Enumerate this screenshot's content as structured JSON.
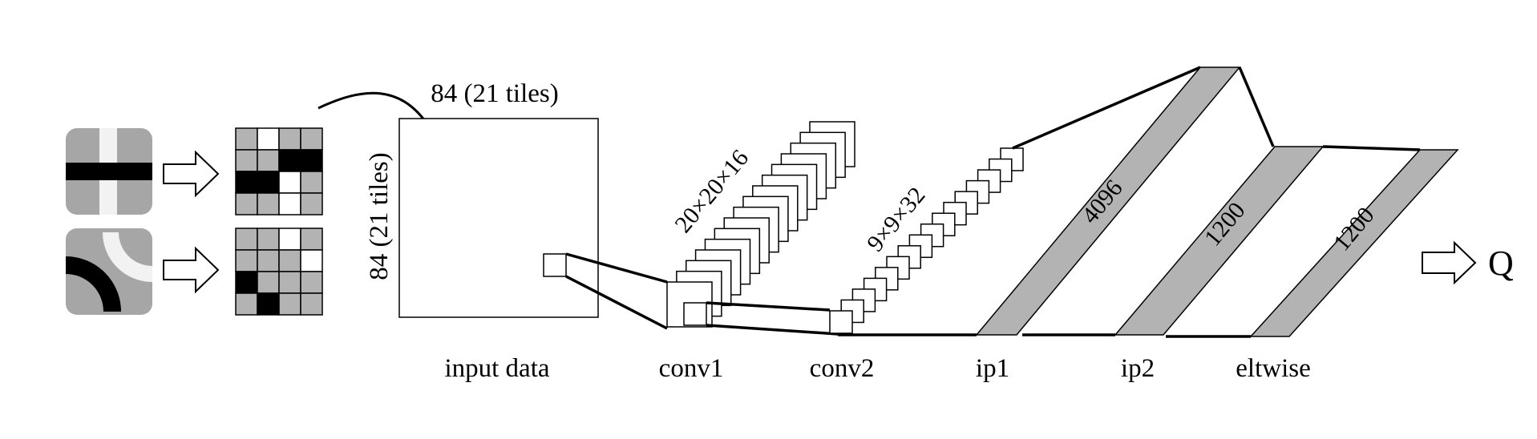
{
  "input_size": {
    "width_label": "84 (21 tiles)",
    "height_label": "84 (21 tiles)"
  },
  "layers": {
    "input": "input data",
    "conv1": "conv1",
    "conv2": "conv2",
    "ip1": "ip1",
    "ip2": "ip2",
    "eltwise": "eltwise"
  },
  "feature_maps": {
    "conv1_shape": "20×20×16",
    "conv2_shape": "9×9×32"
  },
  "fc_units": {
    "ip1": "4096",
    "ip2": "1200",
    "eltwise": "1200"
  },
  "output": "Q",
  "tile_grids": {
    "top": [
      [
        "gray",
        "white",
        "gray",
        "gray"
      ],
      [
        "gray",
        "gray",
        "black",
        "black"
      ],
      [
        "black",
        "black",
        "white",
        "gray"
      ],
      [
        "gray",
        "gray",
        "white",
        "gray"
      ]
    ],
    "bottom": [
      [
        "gray",
        "gray",
        "white",
        "gray"
      ],
      [
        "gray",
        "gray",
        "gray",
        "white"
      ],
      [
        "black",
        "gray",
        "gray",
        "gray"
      ],
      [
        "gray",
        "black",
        "gray",
        "gray"
      ]
    ]
  },
  "colors": {
    "black": "#000000",
    "gray": "#b3b3b3",
    "light": "#f2f2f2",
    "white": "#ffffff",
    "tile_bg": "#a6a6a6"
  }
}
